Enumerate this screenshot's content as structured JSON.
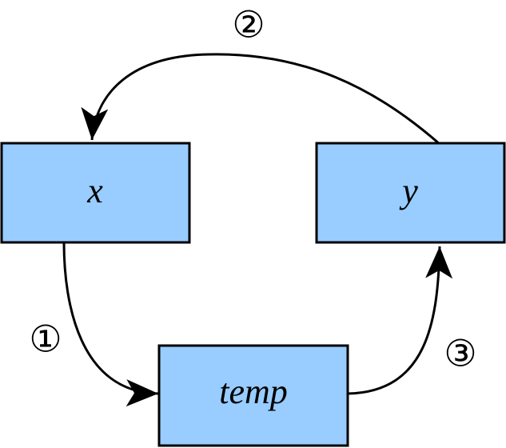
{
  "diagram": {
    "nodes": {
      "x": {
        "label": "x"
      },
      "y": {
        "label": "y"
      },
      "temp": {
        "label": "temp"
      }
    },
    "steps": {
      "one": "①",
      "two": "②",
      "three": "③"
    },
    "colors": {
      "box_fill": "#99ccff",
      "stroke": "#000000"
    }
  }
}
